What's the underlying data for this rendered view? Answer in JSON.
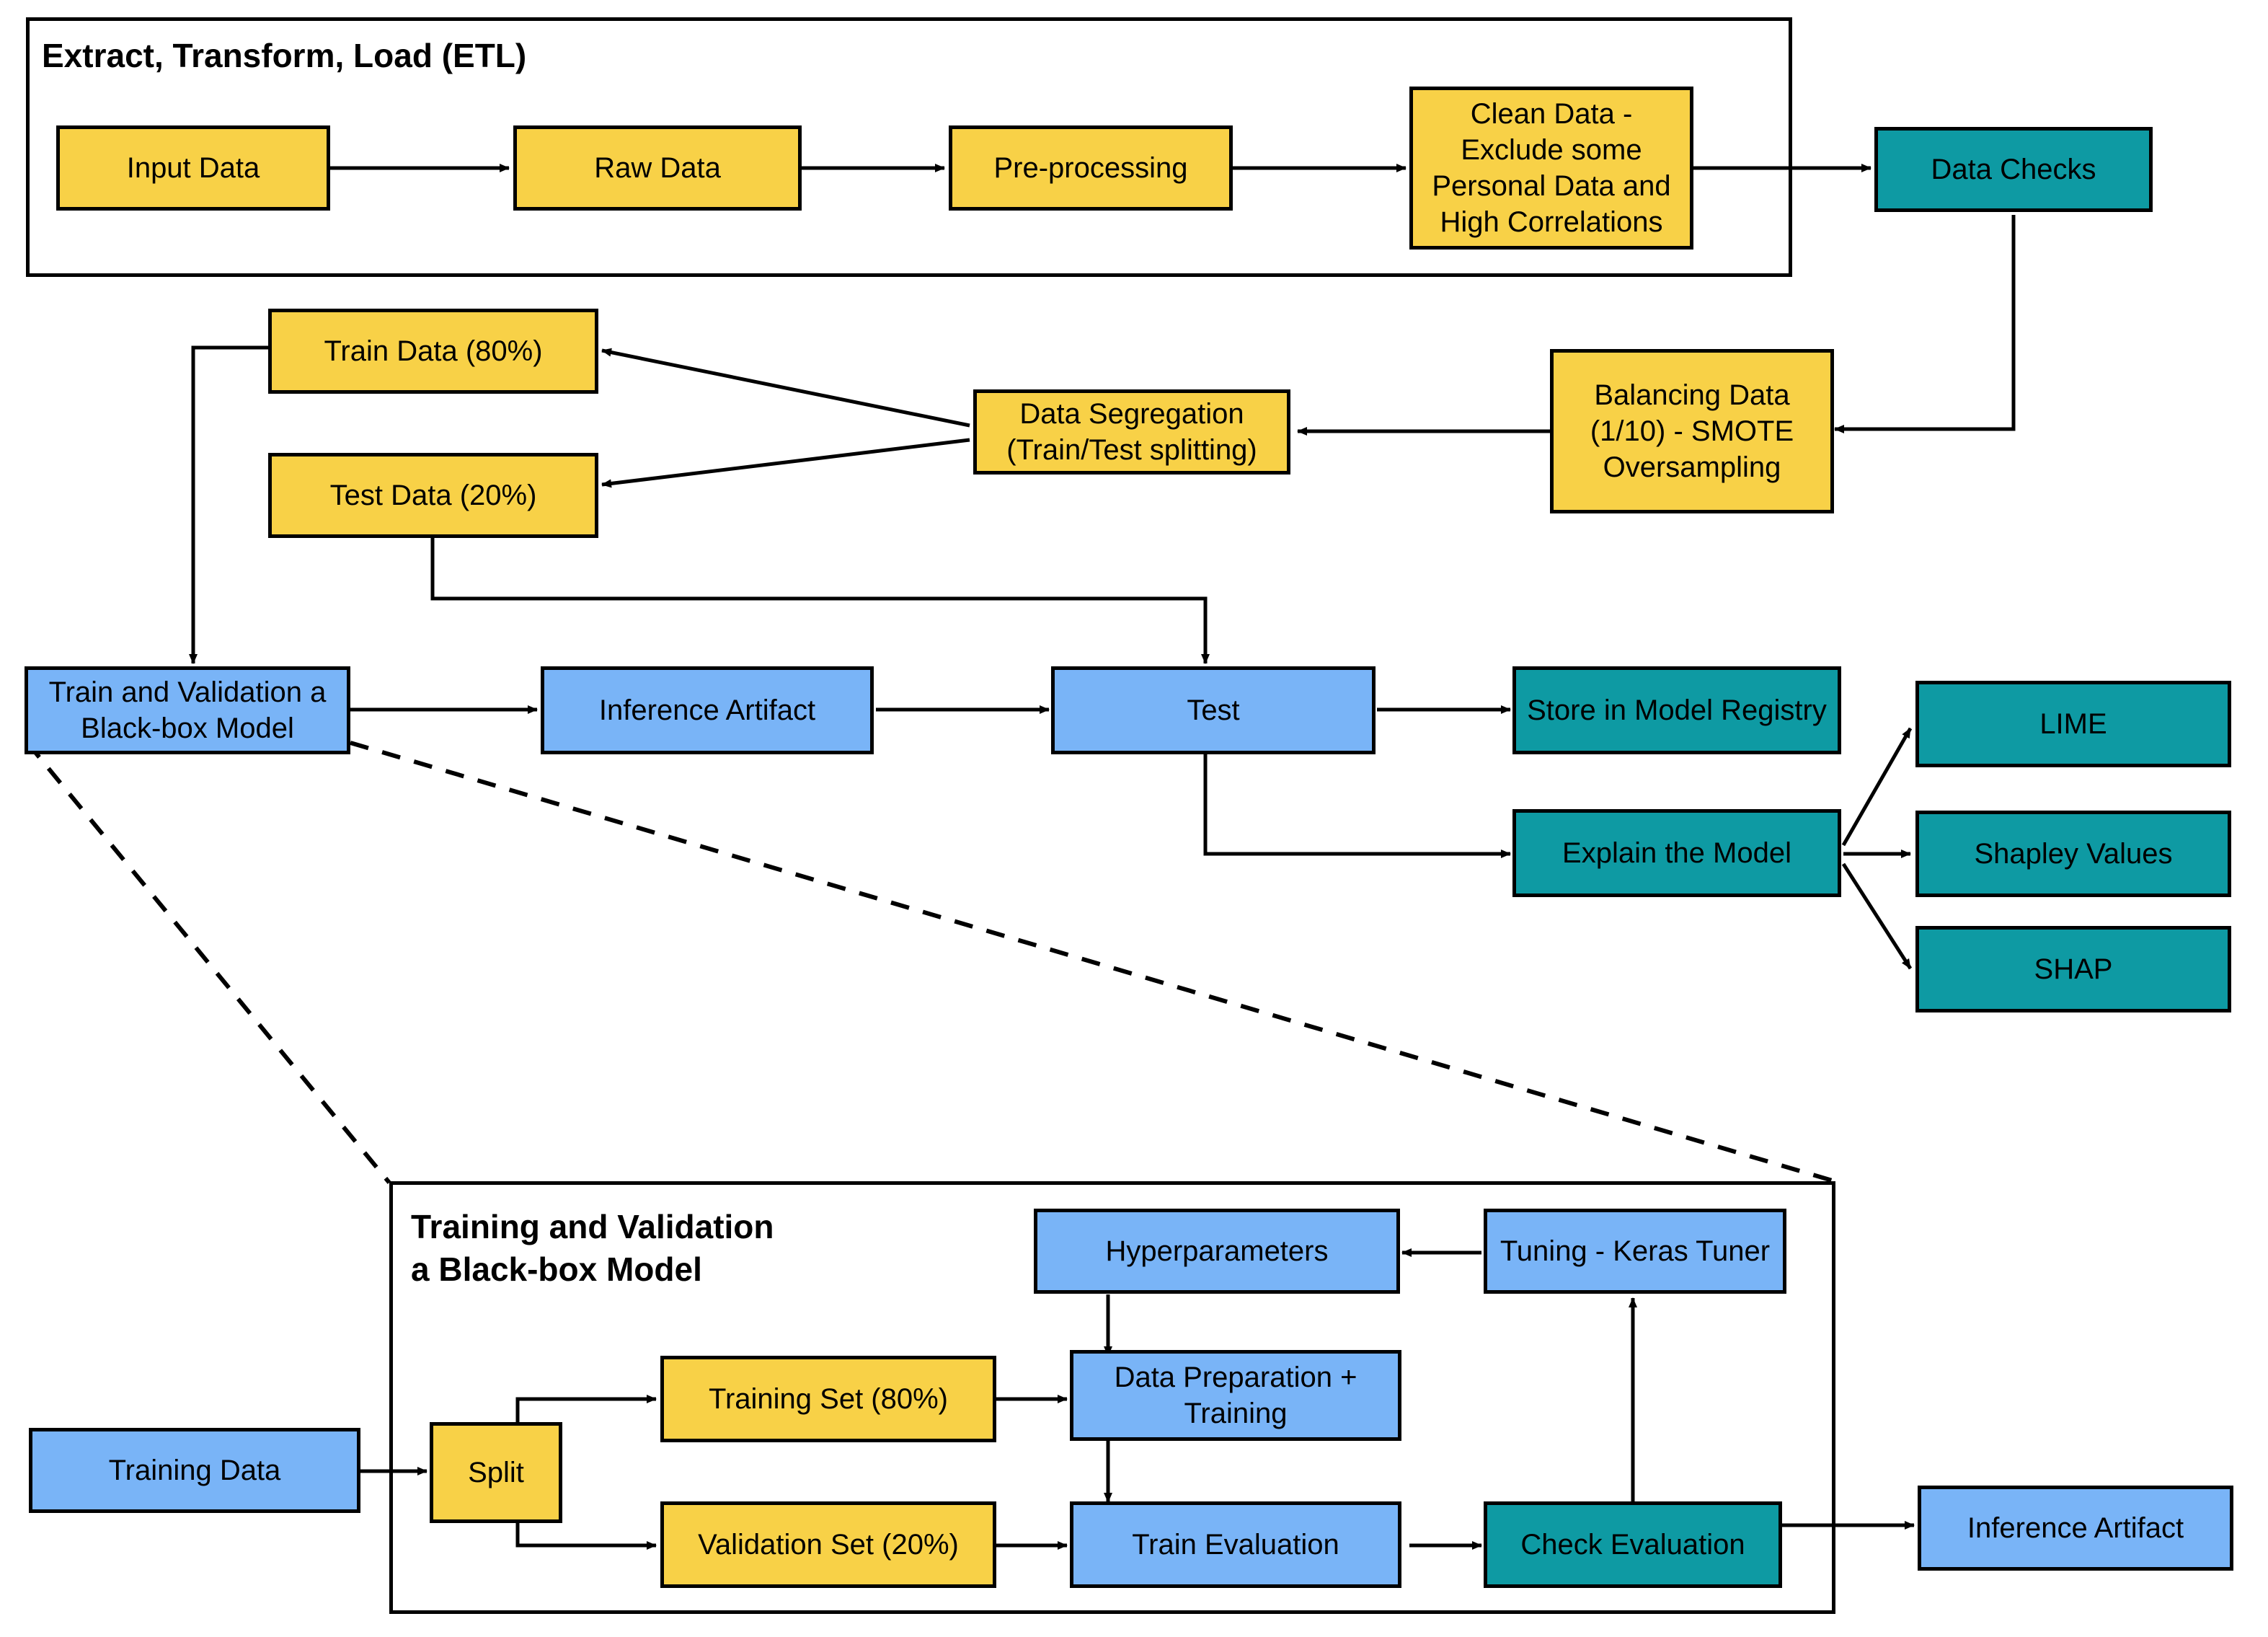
{
  "diagram": {
    "title_etl": "Extract, Transform, Load (ETL)",
    "title_training": "Training and Validation\na Black-box Model",
    "colors": {
      "yellow": "#F8D147",
      "blue": "#79B4F7",
      "teal": "#0E9AA3",
      "stroke": "#000000",
      "background": "#FFFFFF"
    },
    "etl_group": {
      "label": "Extract, Transform, Load (ETL)",
      "nodes": [
        {
          "id": "input-data",
          "label": "Input Data",
          "color": "yellow"
        },
        {
          "id": "raw-data",
          "label": "Raw Data",
          "color": "yellow"
        },
        {
          "id": "pre-processing",
          "label": "Pre-processing",
          "color": "yellow"
        },
        {
          "id": "clean-data",
          "label": "Clean Data - Exclude some Personal Data and High Correlations",
          "color": "yellow"
        }
      ]
    },
    "pipeline_nodes": [
      {
        "id": "data-checks",
        "label": "Data Checks",
        "color": "teal"
      },
      {
        "id": "balancing-data",
        "label": "Balancing Data (1/10) - SMOTE Oversampling",
        "color": "yellow"
      },
      {
        "id": "data-segregation",
        "label": "Data Segregation (Train/Test splitting)",
        "color": "yellow"
      },
      {
        "id": "train-data",
        "label": "Train Data (80%)",
        "color": "yellow"
      },
      {
        "id": "test-data",
        "label": "Test Data (20%)",
        "color": "yellow"
      },
      {
        "id": "train-validation-blackbox",
        "label": "Train and Validation a Black-box Model",
        "color": "blue"
      },
      {
        "id": "inference-artifact",
        "label": "Inference Artifact",
        "color": "blue"
      },
      {
        "id": "test",
        "label": "Test",
        "color": "blue"
      },
      {
        "id": "store-model-registry",
        "label": "Store in Model Registry",
        "color": "teal"
      },
      {
        "id": "explain-the-model",
        "label": "Explain the Model",
        "color": "teal"
      },
      {
        "id": "lime",
        "label": "LIME",
        "color": "teal"
      },
      {
        "id": "shapley-values",
        "label": "Shapley Values",
        "color": "teal"
      },
      {
        "id": "shap",
        "label": "SHAP",
        "color": "teal"
      }
    ],
    "training_group": {
      "label": "Training and Validation\na Black-box Model",
      "nodes": [
        {
          "id": "training-data",
          "label": "Training Data",
          "color": "blue"
        },
        {
          "id": "split",
          "label": "Split",
          "color": "yellow"
        },
        {
          "id": "training-set",
          "label": "Training Set (80%)",
          "color": "yellow"
        },
        {
          "id": "validation-set",
          "label": "Validation Set (20%)",
          "color": "yellow"
        },
        {
          "id": "hyperparameters",
          "label": "Hyperparameters",
          "color": "blue"
        },
        {
          "id": "tuning-keras-tuner",
          "label": "Tuning - Keras Tuner",
          "color": "blue"
        },
        {
          "id": "data-preparation-training",
          "label": "Data Preparation + Training",
          "color": "blue"
        },
        {
          "id": "train-evaluation",
          "label": "Train Evaluation",
          "color": "blue"
        },
        {
          "id": "check-evaluation",
          "label": "Check Evaluation",
          "color": "teal"
        },
        {
          "id": "inference-artifact-2",
          "label": "Inference Artifact",
          "color": "blue"
        }
      ]
    }
  }
}
